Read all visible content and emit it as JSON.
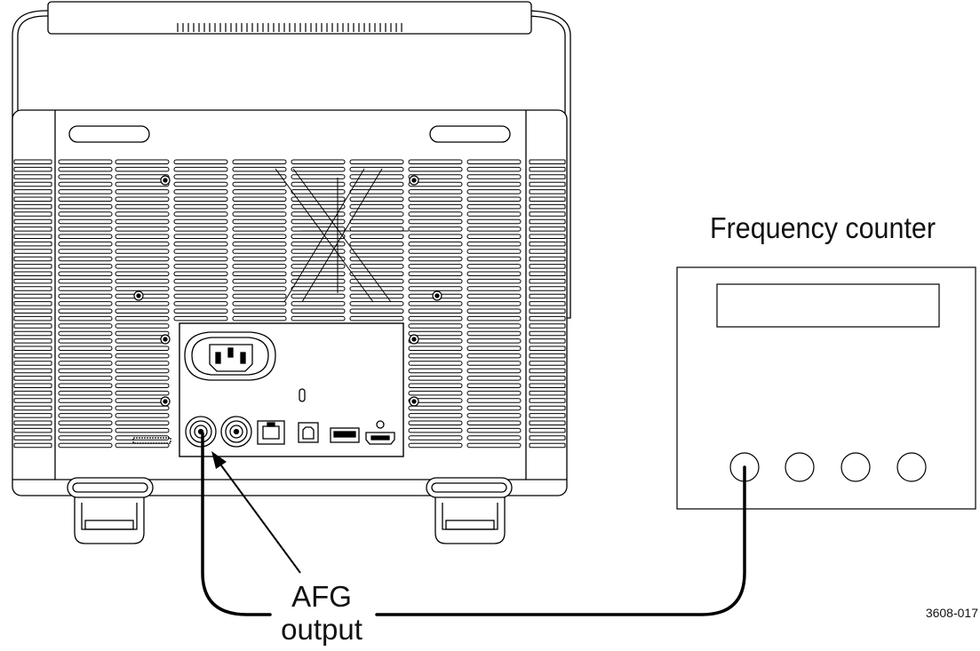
{
  "labels": {
    "frequency_counter": "Frequency counter",
    "afg_line1": "AFG",
    "afg_line2": "output",
    "figure_number": "3608-017"
  },
  "colors": {
    "line": "#000000",
    "background": "#ffffff"
  },
  "icons": [
    "ac-power-inlet-icon",
    "bnc-connector-icon",
    "ethernet-port-icon",
    "usb-b-port-icon",
    "usb-a-port-icon",
    "hdmi-port-icon",
    "security-lock-slot-icon"
  ]
}
